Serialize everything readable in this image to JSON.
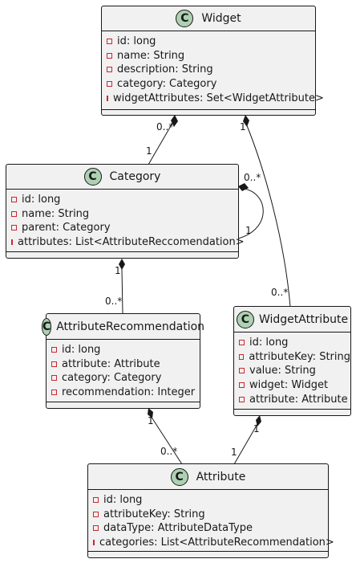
{
  "classes": {
    "widget": {
      "name": "Widget",
      "badge": "C",
      "attributes": [
        "id: long",
        "name: String",
        "description: String",
        "category: Category",
        "widgetAttributes: Set<WidgetAttribute>"
      ]
    },
    "category": {
      "name": "Category",
      "badge": "C",
      "attributes": [
        "id: long",
        "name: String",
        "parent: Category",
        "attributes: List<AttributeReccomendation>"
      ]
    },
    "attributeRecommendation": {
      "name": "AttributeRecommendation",
      "badge": "C",
      "attributes": [
        "id: long",
        "attribute: Attribute",
        "category: Category",
        "recommendation: Integer"
      ]
    },
    "widgetAttribute": {
      "name": "WidgetAttribute",
      "badge": "C",
      "attributes": [
        "id: long",
        "attributeKey: String",
        "value: String",
        "widget: Widget",
        "attribute: Attribute"
      ]
    },
    "attribute": {
      "name": "Attribute",
      "badge": "C",
      "attributes": [
        "id: long",
        "attributeKey: String",
        "dataType: AttributeDataType",
        "categories: List<AttributeRecommendation>"
      ]
    }
  },
  "relations": {
    "widget_category": {
      "from_mult": "0..*",
      "to_mult": "1"
    },
    "widget_widgetAttribute": {
      "from_mult": "1",
      "to_mult": "0..*"
    },
    "category_self": {
      "from_mult": "0..*",
      "to_mult": "1"
    },
    "category_attributeRecommendation": {
      "from_mult": "1",
      "to_mult": "0..*"
    },
    "attributeRecommendation_attribute": {
      "from_mult": "1",
      "to_mult": "0..*"
    },
    "widgetAttribute_attribute": {
      "from_mult": "1",
      "to_mult": "1"
    }
  },
  "colors": {
    "class_fill": "#f1f1f1",
    "class_border": "#181818",
    "badge_fill": "#add1b2",
    "visibility_marker": "#c82930"
  }
}
